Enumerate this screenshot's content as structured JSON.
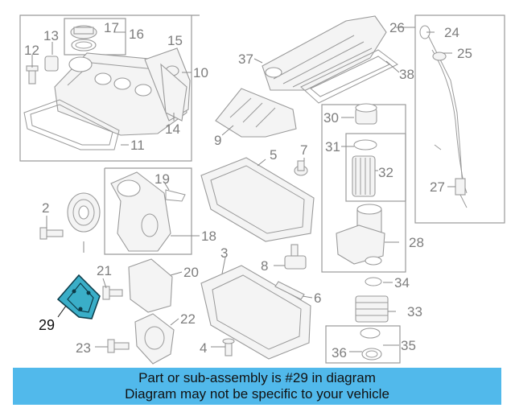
{
  "labels": {
    "p2": "2",
    "p3": "3",
    "p4": "4",
    "p5": "5",
    "p6": "6",
    "p7": "7",
    "p8": "8",
    "p9": "9",
    "p10": "10",
    "p11": "11",
    "p12": "12",
    "p13": "13",
    "p14": "14",
    "p15": "15",
    "p16": "16",
    "p17": "17",
    "p18": "18",
    "p19": "19",
    "p20": "20",
    "p21": "21",
    "p22": "22",
    "p23": "23",
    "p24": "24",
    "p25": "25",
    "p26": "26",
    "p27": "27",
    "p28": "28",
    "p29": "29",
    "p30": "30",
    "p31": "31",
    "p32": "32",
    "p33": "33",
    "p34": "34",
    "p35": "35",
    "p36": "36",
    "p37": "37",
    "p38": "38"
  },
  "highlight": {
    "part": "29",
    "color": "#2fa7c4"
  },
  "banner": {
    "line1": "Part or sub-assembly is #29 in diagram",
    "line2": "Diagram may not be specific to your vehicle",
    "color": "#51b9eb"
  }
}
